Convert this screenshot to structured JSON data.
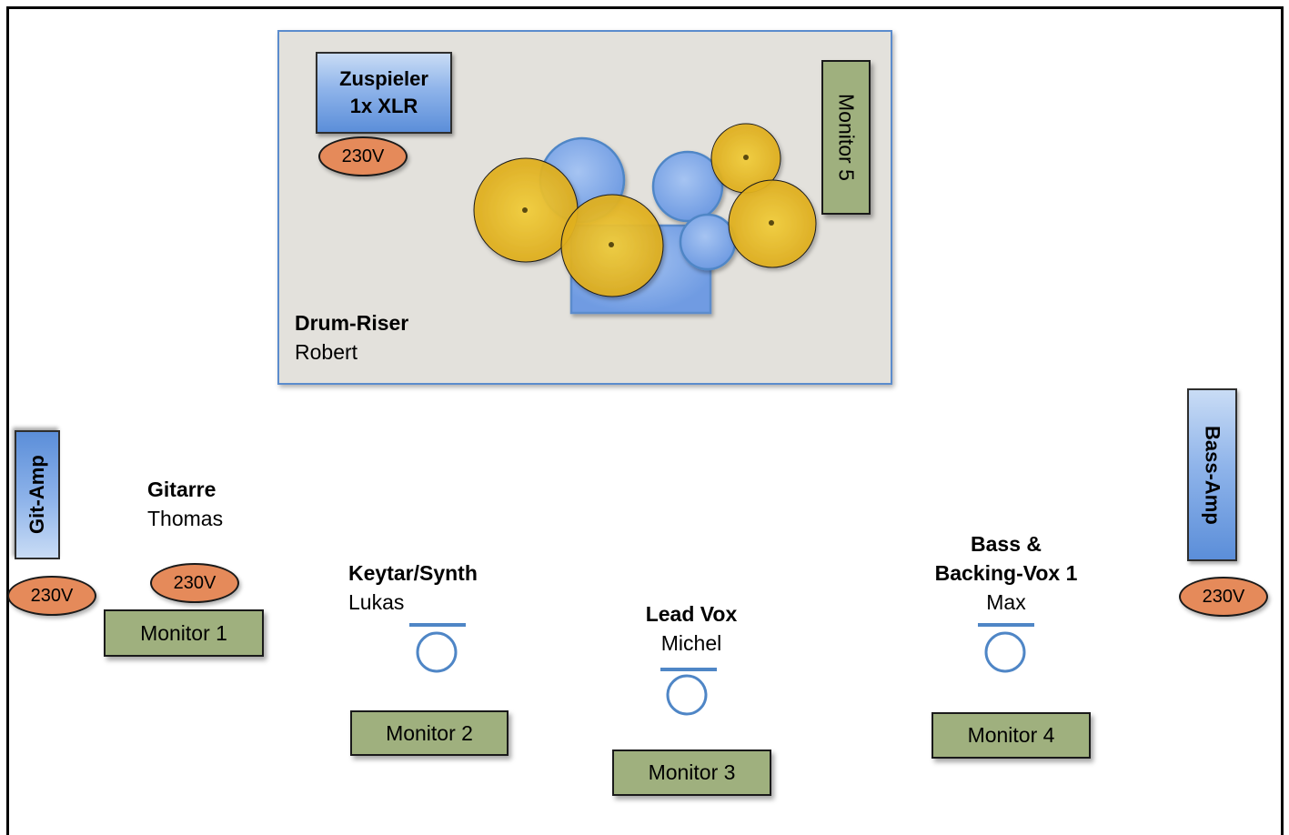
{
  "drum_riser": {
    "title": "Drum-Riser",
    "name": "Robert"
  },
  "zuspieler": {
    "line1": "Zuspieler",
    "line2": "1x XLR"
  },
  "monitors": {
    "m1": "Monitor 1",
    "m2": "Monitor 2",
    "m3": "Monitor 3",
    "m4": "Monitor 4",
    "m5": "Monitor 5"
  },
  "power": {
    "label": "230V"
  },
  "amps": {
    "git": "Git-Amp",
    "bass": "Bass-Amp"
  },
  "performers": {
    "gitarre": {
      "role": "Gitarre",
      "name": "Thomas"
    },
    "keytar": {
      "role": "Keytar/Synth",
      "name": "Lukas"
    },
    "leadvox": {
      "role": "Lead Vox",
      "name": "Michel"
    },
    "bass": {
      "role_line1": "Bass &",
      "role_line2": "Backing-Vox 1",
      "name": "Max"
    }
  },
  "colors": {
    "cymbal": "#e8b81e",
    "drum": "#7fa8e8",
    "monitor": "#9fb07e",
    "power": "#e58a5a",
    "mic": "#4f86c6"
  }
}
